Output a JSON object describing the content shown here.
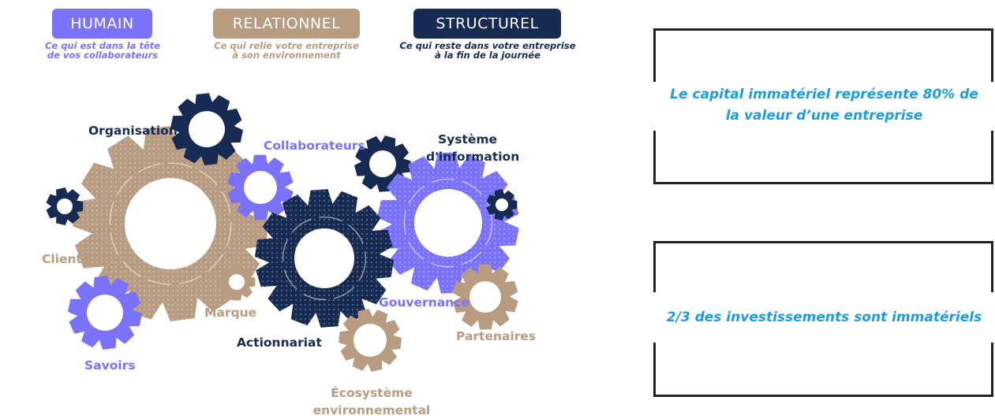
{
  "categories": {
    "humain": {
      "label": "HUMAIN",
      "description": "Ce qui est dans la tête\nde vos collaborateurs",
      "color": "#7b72fb"
    },
    "relationnel": {
      "label": "RELATIONNEL",
      "description": "Ce qui relie votre entreprise\nà son environnement",
      "color": "#b89c82"
    },
    "structurel": {
      "label": "STRUCTUREL",
      "description": "Ce qui reste dans votre entreprise\nà la fin de la journée",
      "color": "#172a52"
    }
  },
  "gear_labels": {
    "organisation": "Organisation",
    "collaborateurs": "Collaborateurs",
    "systeme_information": "Système\nd'information",
    "clients": "Clients",
    "marque": "Marque",
    "actionnariat": "Actionnariat",
    "gouvernance": "Gouvernance",
    "partenaires": "Partenaires",
    "savoirs": "Savoirs",
    "ecosysteme": "Écosystème\nenvironnemental"
  },
  "stats": {
    "capital_immateriel": "Le capital immatériel représente 80% de\nla valeur d’une entreprise",
    "investissements": "2/3 des investissements sont immatériels",
    "text_color": "#1e9be0"
  }
}
